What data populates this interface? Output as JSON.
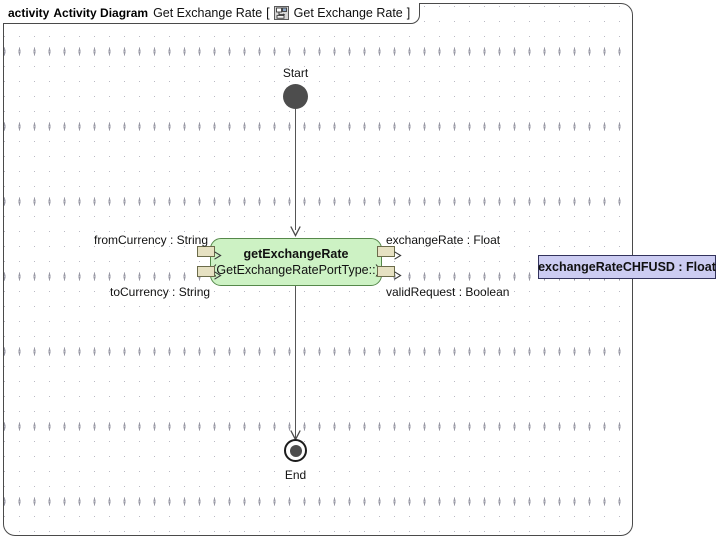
{
  "frame": {
    "keyword": "activity",
    "kind": "Activity Diagram",
    "name": "Get Exchange Rate",
    "bracket_open": "[",
    "bracket_close": "]",
    "behavior_name": "Get Exchange Rate",
    "icon": "activity-diagram-icon",
    "border_color": "#4a4a4a",
    "background_color": "#ffffff",
    "grid_dot_color": "#9a9aa6"
  },
  "nodes": {
    "start": {
      "label": "Start",
      "type": "initial-node",
      "fill": "#4d4d4d"
    },
    "end": {
      "label": "End",
      "type": "activity-final-node",
      "fill": "#4d4d4d",
      "ring": "#1c1c1c"
    },
    "action": {
      "name": "getExchangeRate",
      "type_line": "(GetExchangeRatePortType::)",
      "fill": "#cdf2c4",
      "border": "#55884a"
    },
    "object": {
      "label": "exchangeRateCHFUSD : Float",
      "fill": "#ccccf2",
      "border": "#33335c"
    }
  },
  "pins": {
    "inputs": [
      {
        "label": "fromCurrency : String",
        "direction": "in"
      },
      {
        "label": "toCurrency : String",
        "direction": "in"
      }
    ],
    "outputs": [
      {
        "label": "exchangeRate : Float",
        "direction": "out"
      },
      {
        "label": "validRequest : Boolean",
        "direction": "out"
      }
    ],
    "fill": "#e6e1c2",
    "border": "#6b6b4a"
  },
  "edges": [
    {
      "name": "start-to-action",
      "from": "start",
      "to": "action"
    },
    {
      "name": "action-to-end",
      "from": "action",
      "to": "end"
    }
  ]
}
